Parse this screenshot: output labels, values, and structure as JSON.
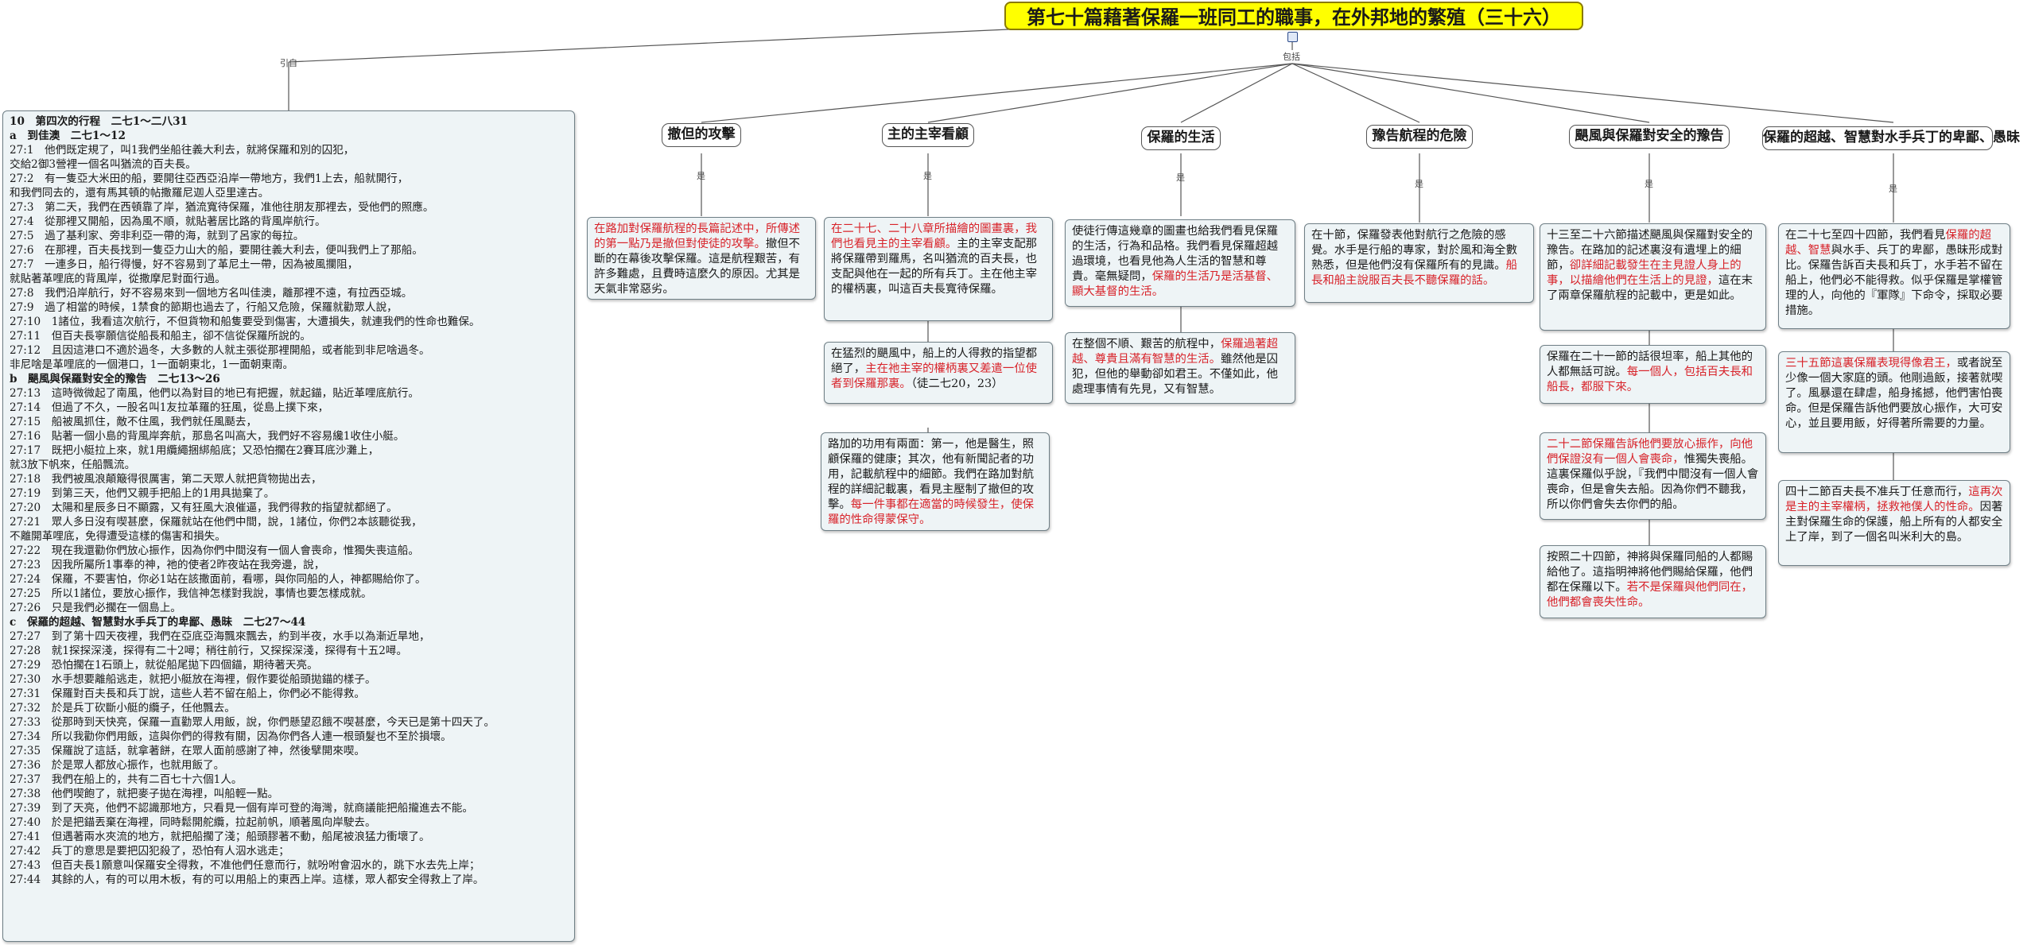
{
  "title": "第七十篇藉著保羅一班同工的職事，在外邦地的繁殖（三十六）",
  "edges": {
    "intro": "引自",
    "includes": "包括",
    "is": "是"
  },
  "branches": [
    "撤但的攻擊",
    "主的主宰看顧",
    "保羅的生活",
    "豫告航程的危險",
    "颶風與保羅對安全的豫告",
    "保羅的超越、智慧對水手兵丁的卑鄙、愚昧"
  ],
  "cards": {
    "satan": [
      {
        "t": "在路加對保羅航程的長篇記述中，所傳述的第一點乃是撤但對使徒的攻擊。",
        "r": true
      },
      {
        "t": "撤但不斷的在幕後攻擊保羅。這是航程艱苦，有許多難處，且費時這麼久的原因。尤其是天氣非常惡劣。",
        "r": false
      }
    ],
    "lord1": [
      {
        "t": "在二十七、二十八章所描繪的圖畫裏，我們也看見主的主宰看顧。",
        "r": true
      },
      {
        "t": "主的主宰支配那將保羅帶到羅馬，名叫猶流的百夫長，也支配與他在一起的所有兵丁。主在他主宰的權柄裏，叫這百夫長寬待保羅。",
        "r": false
      }
    ],
    "lord2": [
      {
        "t": "在猛烈的颶風中，船上的人得救的指望都絕了，",
        "r": false
      },
      {
        "t": "主在祂主宰的權柄裏又差遣一位使者到保羅那裏。",
        "r": true
      },
      {
        "t": "（徒二七20，23）",
        "r": false
      }
    ],
    "lord3": [
      {
        "t": "路加的功用有兩面：第一，他是醫生，照顧保羅的健康；其次，他有新聞記者的功用，記載航程中的細節。我們在路加對航程的詳細記載裏，看見主壓制了撤但的攻擊。",
        "r": false
      },
      {
        "t": "每一件事都在適當的時候發生，使保羅的性命得蒙保守。",
        "r": true
      }
    ],
    "life1": [
      {
        "t": "使徒行傳這幾章的圖畫也給我們看見保羅的生活，行為和品格。我們看見保羅超越過環境，也看見他為人生活的智慧和尊貴。毫無疑問，",
        "r": false
      },
      {
        "t": "保羅的生活乃是活基督、顯大基督的生活。",
        "r": true
      }
    ],
    "life2": [
      {
        "t": "在整個不順、艱苦的航程中，",
        "r": false
      },
      {
        "t": "保羅過著超越、尊貴且滿有智慧的生活。",
        "r": true
      },
      {
        "t": "雖然他是囚犯，但他的舉動卻如君王。不僅如此，他處理事情有先見，又有智慧。",
        "r": false
      }
    ],
    "danger": [
      {
        "t": "在十節，保羅發表他對航行之危險的感覺。水手是行船的專家，對於風和海全數熟悉，但是他們沒有保羅所有的見識。",
        "r": false
      },
      {
        "t": "船長和船主說服百夫長不聽保羅的話。",
        "r": true
      }
    ],
    "storm1": [
      {
        "t": "十三至二十六節描述颶風與保羅對安全的豫告。在路加的記述裏沒有遺埋上的細節，",
        "r": false
      },
      {
        "t": "卻詳細記載發生在主見證人身上的事，以描繪他們在生活上的見證，",
        "r": true
      },
      {
        "t": "這在末了兩章保羅航程的記載中，更是如此。",
        "r": false
      }
    ],
    "storm2": [
      {
        "t": "保羅在二十一節的話很坦率，船上其他的人都無話可說。",
        "r": false
      },
      {
        "t": "每一個人，包括百夫長和船長，都服下來。",
        "r": true
      }
    ],
    "storm3": [
      {
        "t": "二十二節保羅告訴他們要放心振作，向他們保證沒有一個人會喪命，",
        "r": true
      },
      {
        "t": "惟獨失喪船。這裏保羅似乎說，『我們中間沒有一個人會喪命，但是會失去船。因為你們不聽我，所以你們會失去你們的船。",
        "r": false
      }
    ],
    "storm4": [
      {
        "t": "按照二十四節，神將與保羅同船的人都賜給他了。這指明神將他們賜給保羅，他們都在保羅以下。",
        "r": false
      },
      {
        "t": "若不是保羅與他們同在，他們都會喪失性命。",
        "r": true
      }
    ],
    "wise1": [
      {
        "t": "在二十七至四十四節，我們看見",
        "r": false
      },
      {
        "t": "保羅的超越、智慧",
        "r": true
      },
      {
        "t": "與水手、兵丁的卑鄙，愚昧形成對比。保羅告訴百夫長和兵丁，水手若不留在船上，他們必不能得救。似乎保羅是掌權管理的人，向他的『軍隊』下命令，採取必要措施。",
        "r": false
      }
    ],
    "wise2": [
      {
        "t": "三十五節這裏保羅表現得像君王，",
        "r": true
      },
      {
        "t": "或者說至少像一個大家庭的頭。他剛過飯，接著就喫了。風暴還在肆虐，船身搖撼，他們害怕喪命。但是保羅告訴他們要放心振作，大可安心，並且要用飯，好得著所需要的力量。",
        "r": false
      }
    ],
    "wise3": [
      {
        "t": "四十二節百夫長不准兵丁任意而行，",
        "r": false
      },
      {
        "t": "這再次是主的主宰權柄，拯救祂僕人的性命。",
        "r": true
      },
      {
        "t": "因著主對保羅生命的保護，船上所有的人都安全上了岸，到了一個名叫米利大的島。",
        "r": false
      }
    ]
  },
  "scripture": [
    {
      "t": "10　第四次的行程　二七1～二八31",
      "h": true
    },
    {
      "t": "a　到佳澳　二七1～12",
      "h": true
    },
    {
      "t": "27:1　他們既定規了，叫1我們坐船往義大利去，就將保羅和別的囚犯，"
    },
    {
      "t": "交給2御3營裡一個名叫猶流的百夫長。"
    },
    {
      "t": "27:2　有一隻亞大米田的船，要開往亞西亞沿岸一帶地方，我們1上去，船就開行，"
    },
    {
      "t": "和我們同去的，還有馬其頓的帖撒羅尼迦人亞里達古。"
    },
    {
      "t": "27:3　第二天，我們在西頓靠了岸，猶流寬待保羅，准他往朋友那裡去，受他們的照應。"
    },
    {
      "t": "27:4　從那裡又開船，因為風不順，就貼著居比路的背風岸航行。"
    },
    {
      "t": "27:5　過了基利家、旁非利亞一帶的海，就到了呂家的每拉。"
    },
    {
      "t": "27:6　在那裡，百夫長找到一隻亞力山大的船，要開往義大利去，便叫我們上了那船。"
    },
    {
      "t": "27:7　一連多日，船行得慢，好不容易到了革尼土一帶，因為被風攔阻，"
    },
    {
      "t": "就貼著革哩底的背風岸，從撒摩尼對面行過。"
    },
    {
      "t": "27:8　我們沿岸航行，好不容易來到一個地方名叫佳澳，離那裡不遠，有拉西亞城。"
    },
    {
      "t": "27:9　過了相當的時候，1禁食的節期也過去了，行船又危險，保羅就勸眾人說，"
    },
    {
      "t": "27:10　1諸位，我看這次航行，不但貨物和船隻要受到傷害，大遭損失，就連我們的性命也難保。"
    },
    {
      "t": "27:11　但百夫長寧願信從船長和船主，卻不信從保羅所說的。"
    },
    {
      "t": "27:12　且因這港口不適於過冬，大多數的人就主張從那裡開船，或者能到非尼啥過冬。"
    },
    {
      "t": "非尼啥是革哩底的一個港口，1一面朝東北，1一面朝東南。"
    },
    {
      "t": "b　颶風與保羅對安全的豫告　二七13～26",
      "h": true
    },
    {
      "t": "27:13　這時微微起了南風，他們以為對目的地已有把握，就起錨，貼近革哩底航行。"
    },
    {
      "t": "27:14　但過了不久，一股名叫1友拉革羅的狂風，從島上撲下來，"
    },
    {
      "t": "27:15　船被風抓住，敵不住風，我們就任風颳去，"
    },
    {
      "t": "27:16　貼著一個小島的背風岸奔航，那島名叫高大，我們好不容易纔1收住小艇。"
    },
    {
      "t": "27:17　既把小艇拉上來，就1用纜繩捆綁船底；又恐怕擱在2賽耳底沙灘上，"
    },
    {
      "t": "就3放下帆來，任船飄流。"
    },
    {
      "t": "27:18　我們被風浪顛簸得很厲害，第二天眾人就把貨物拋出去，"
    },
    {
      "t": "27:19　到第三天，他們又親手把船上的1用具拋棄了。"
    },
    {
      "t": "27:20　太陽和星辰多日不顯露，又有狂風大浪催逼，我們得救的指望就都絕了。"
    },
    {
      "t": "27:21　眾人多日沒有喫甚麼，保羅就站在他們中間，說，1諸位，你們2本該聽從我，"
    },
    {
      "t": "不離開革哩底，免得遭受這樣的傷害和損失。"
    },
    {
      "t": "27:22　現在我還勸你們放心振作，因為你們中間沒有一個人會喪命，惟獨失喪這船。"
    },
    {
      "t": "27:23　因我所屬所1事奉的神，祂的使者2昨夜站在我旁邊，說，"
    },
    {
      "t": "27:24　保羅，不要害怕，你必1站在該撒面前，看哪，與你同船的人，神都賜給你了。"
    },
    {
      "t": "27:25　所以1諸位，要放心振作，我信神怎樣對我說，事情也要怎樣成就。"
    },
    {
      "t": "27:26　只是我們必擱在一個島上。"
    },
    {
      "t": "c　保羅的超越、智慧對水手兵丁的卑鄙、愚昧　二七27～44",
      "h": true
    },
    {
      "t": "27:27　到了第十四天夜裡，我們在亞底亞海飄來飄去，約到半夜，水手以為漸近旱地，"
    },
    {
      "t": "27:28　就1探探深淺，探得有二十2噚；稍往前行，又探探深淺，探得有十五2噚。"
    },
    {
      "t": "27:29　恐怕擱在1石頭上，就從船尾拋下四個錨，期待著天亮。"
    },
    {
      "t": "27:30　水手想要離船逃走，就把小艇放在海裡，假作要從船頭拋錨的樣子。"
    },
    {
      "t": "27:31　保羅對百夫長和兵丁說，這些人若不留在船上，你們必不能得救。"
    },
    {
      "t": "27:32　於是兵丁砍斷小艇的纜子，任他飄去。"
    },
    {
      "t": "27:33　從那時到天快亮，保羅一直勸眾人用飯，說，你們懸望忍餓不喫甚麼，今天已是第十四天了。"
    },
    {
      "t": "27:34　所以我勸你們用飯，這與你們的得救有關，因為你們各人連一根頭髮也不至於損壞。"
    },
    {
      "t": "27:35　保羅說了這話，就拿著餅，在眾人面前感謝了神，然後擘開來喫。"
    },
    {
      "t": "27:36　於是眾人都放心振作，也就用飯了。"
    },
    {
      "t": "27:37　我們在船上的，共有二百七十六個1人。"
    },
    {
      "t": "27:38　他們喫飽了，就把麥子拋在海裡，叫船輕一點。"
    },
    {
      "t": "27:39　到了天亮，他們不認識那地方，只看見一個有岸可登的海灣，就商議能把船攏進去不能。"
    },
    {
      "t": "27:40　於是把錨丟棄在海裡，同時鬆開舵纜，拉起前帆，順著風向岸駛去。"
    },
    {
      "t": "27:41　但遇著兩水夾流的地方，就把船擱了淺；船頭膠著不動，船尾被浪猛力衝壞了。"
    },
    {
      "t": "27:42　兵丁的意思是要把囚犯殺了，恐怕有人泅水逃走；"
    },
    {
      "t": "27:43　但百夫長1願意叫保羅安全得救，不准他們任意而行，就吩咐會泅水的，跳下水去先上岸；"
    },
    {
      "t": "27:44　其餘的人，有的可以用木板，有的可以用船上的東西上岸。這樣，眾人都安全得救上了岸。"
    }
  ]
}
